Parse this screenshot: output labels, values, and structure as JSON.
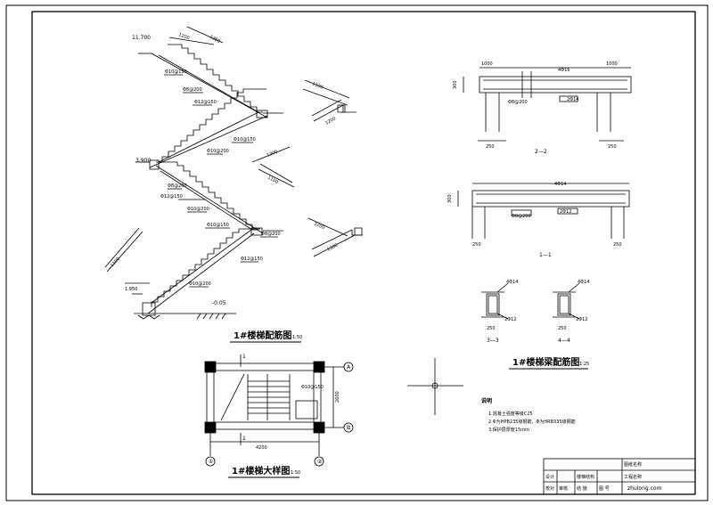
{
  "drawing": {
    "titles": {
      "stair_section": "1#楼梯配筋图",
      "stair_section_scale": "1:50",
      "stair_plan": "1#楼梯大样图",
      "stair_plan_scale": "1:50",
      "beam_detail": "1#楼梯梁配筋图",
      "beam_detail_scale": "1:25"
    },
    "section_labels": {
      "s22": "2—2",
      "s11": "1—1",
      "s33": "3—3",
      "s44": "4—4"
    },
    "elevations": {
      "top": "11.700",
      "mid": "3.900",
      "ground": "-0.05",
      "left_mark": "1.950"
    },
    "dimensions": {
      "plan_width": "4200",
      "plan_depth": "2600",
      "beam_left": "1000",
      "beam_right": "1000",
      "beam_end_left": "250",
      "beam_end_right": "250",
      "beam_depth": "300",
      "flight_len_a": "1300",
      "flight_len_b": "1100",
      "flight_len_c": "1200"
    },
    "rebar_labels": {
      "r1": "Φ10@150",
      "r2": "Φ8@200",
      "r3": "Φ12@150",
      "r4": "Φ10@200",
      "r5": "4Φ16",
      "r6": "2Φ14",
      "r7": "Φ8@200",
      "r8": "4Φ14",
      "r9": "2Φ12"
    },
    "grid_labels": {
      "a": "A",
      "b": "B",
      "c1": "①",
      "c2": "②",
      "marker1": "1",
      "marker2": "1"
    },
    "notes": {
      "heading": "说明",
      "line1": "1.混凝土强度等级C25",
      "line2": "2.Φ为HPB235级钢筋，Φ为HRB335级钢筋",
      "line3": "3.保护层厚度15mm"
    },
    "title_block": {
      "r1c1": "设计",
      "r1c2": "楼梯结构",
      "r2c1": "校对",
      "r2c2": "结 施",
      "r3c1": "审核",
      "r3c2": "图 号",
      "right1": "图纸名称",
      "right2": "工程名称",
      "watermark": "zhulong.com"
    }
  }
}
